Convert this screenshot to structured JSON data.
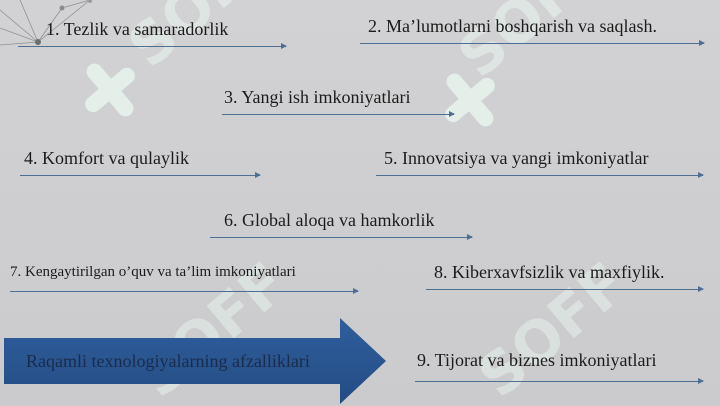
{
  "colors": {
    "background": "#cdcdcf",
    "arrow_line": "#4d6f94",
    "banner_fill": "#2a5590",
    "watermark": "#e9f5ee"
  },
  "watermark_text": "SOFF",
  "items": [
    "1. Tezlik va samaradorlik",
    "2. Ma’lumotlarni boshqarish va saqlash.",
    "3. Yangi ish imkoniyatlari",
    "4. Komfort va qulaylik",
    "5. Innovatsiya va yangi imkoniyatlar",
    "6. Global aloqa va hamkorlik",
    "7. Kengaytirilgan o’quv va ta’lim imkoniyatlari",
    "8. Kiberxavfsizlik va maxfiylik.",
    "9. Tijorat va biznes imkoniyatlari"
  ],
  "banner": {
    "text": "Raqamli texnologiyalarning afzalliklari"
  }
}
